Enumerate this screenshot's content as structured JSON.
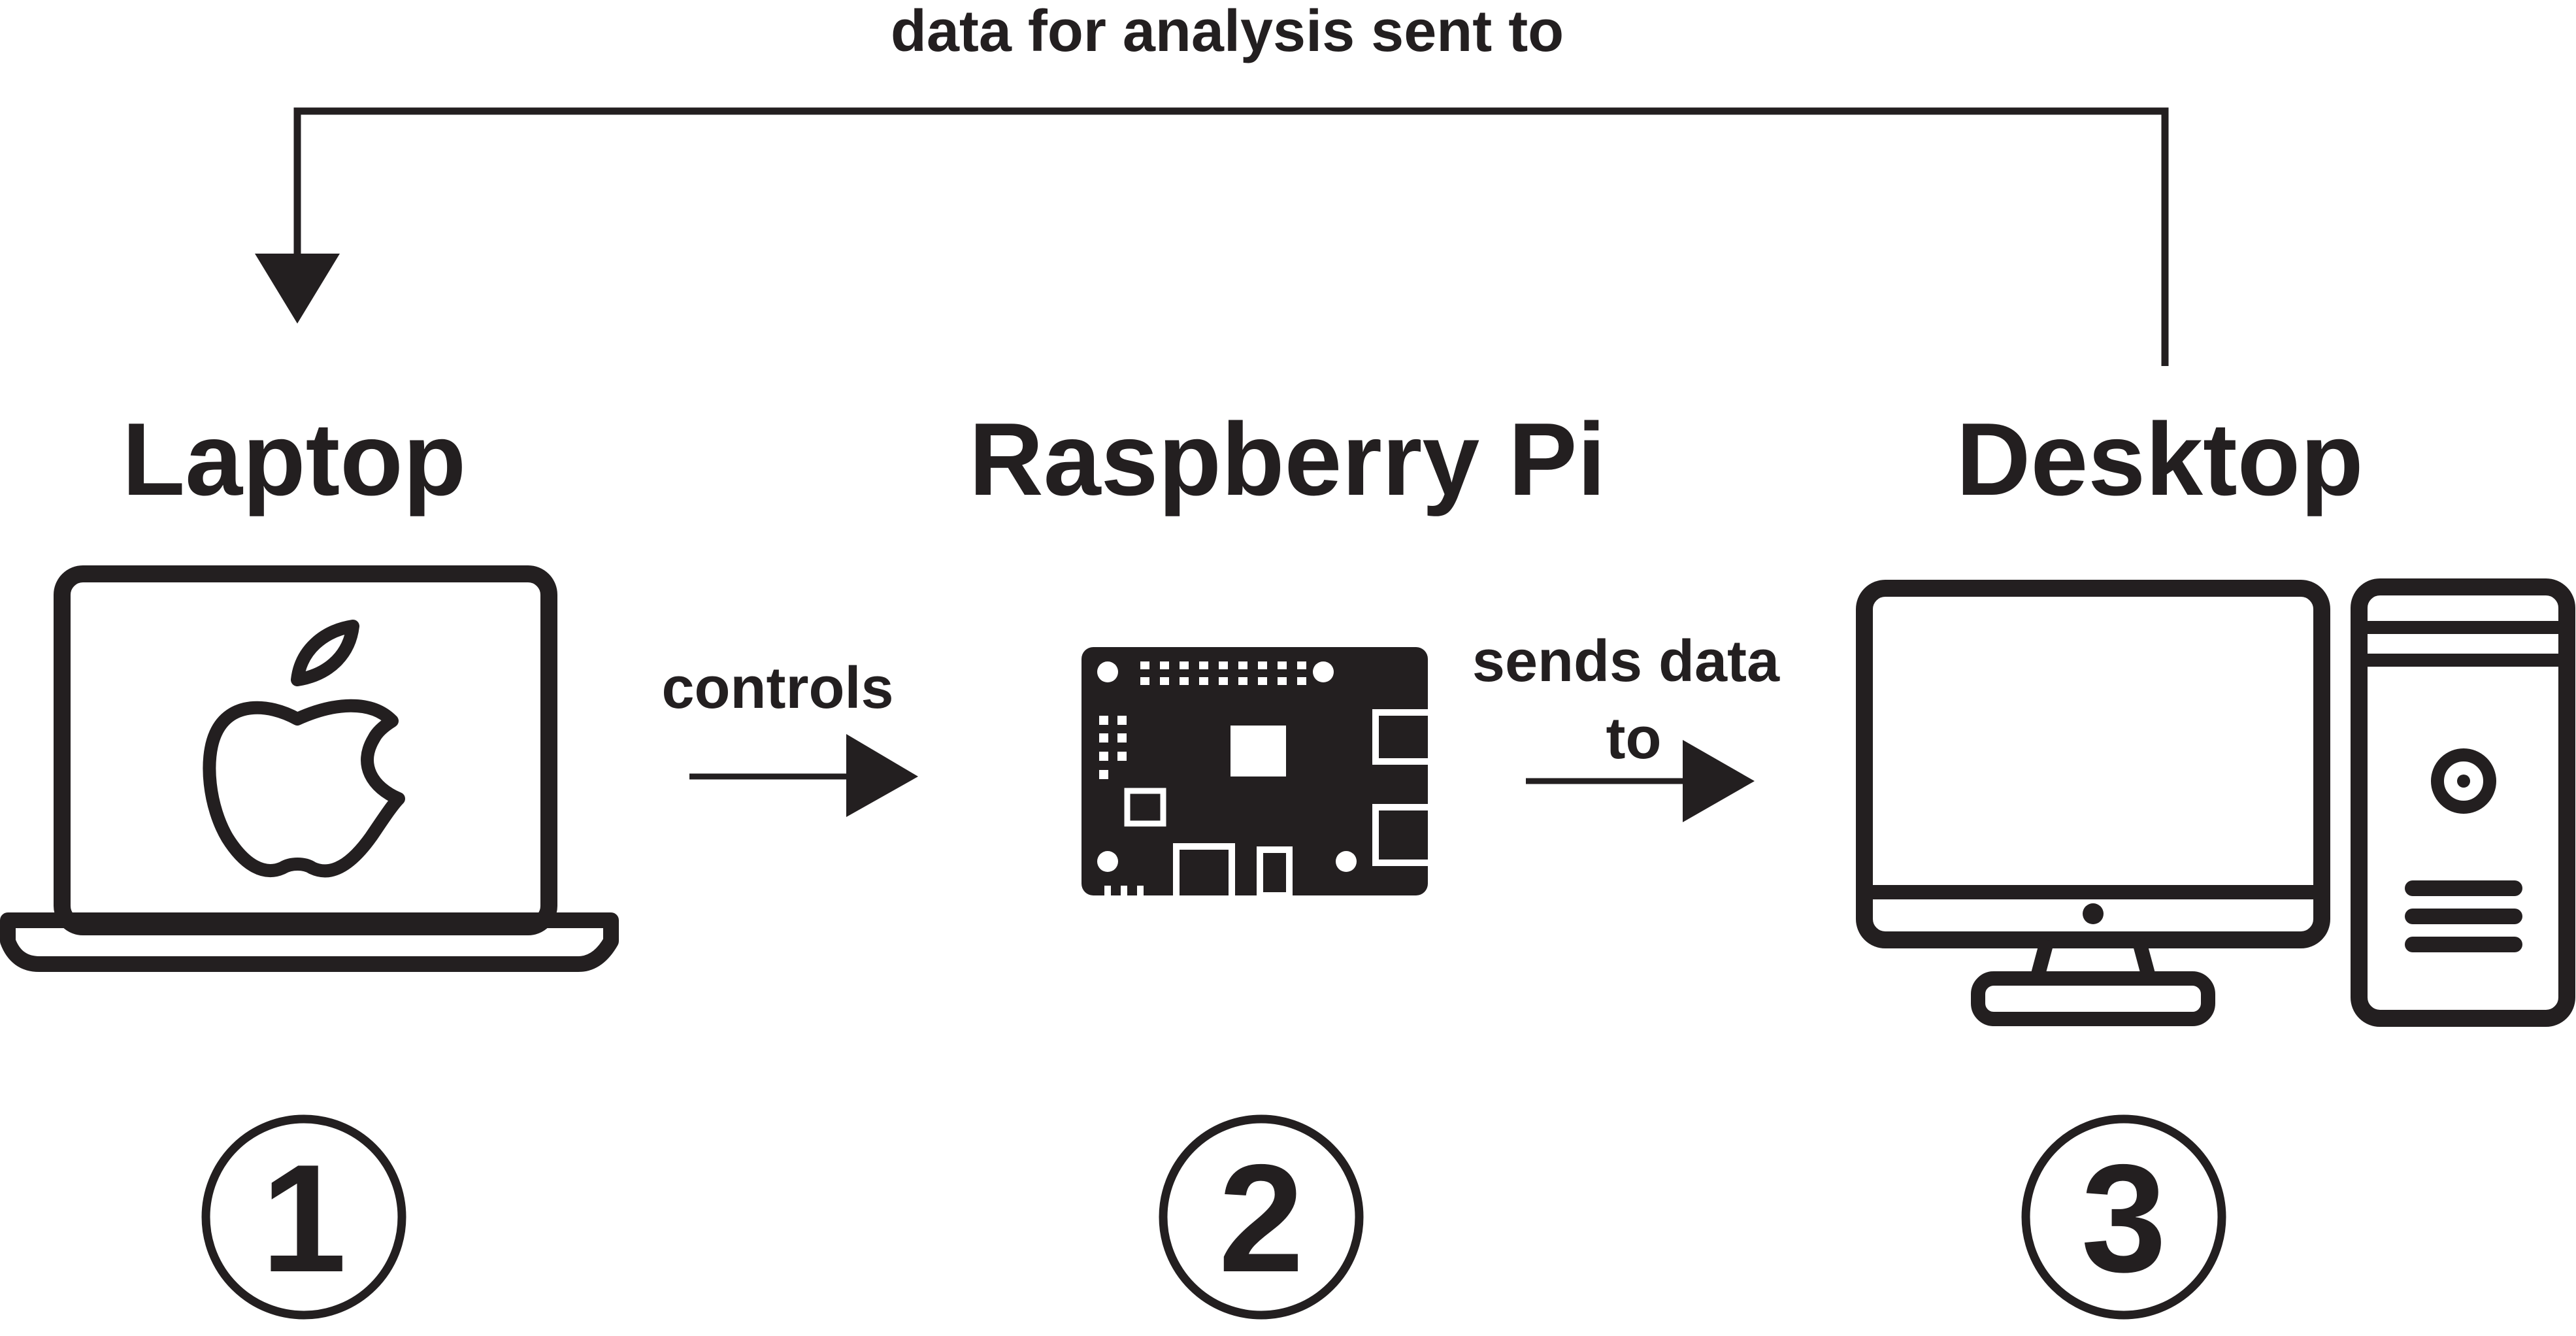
{
  "nodes": {
    "laptop": {
      "title": "Laptop",
      "number": "1"
    },
    "raspberry_pi": {
      "title": "Raspberry Pi",
      "number": "2"
    },
    "desktop": {
      "title": "Desktop",
      "number": "3"
    }
  },
  "edges": {
    "laptop_to_pi": "controls",
    "pi_to_desktop_line1": "sends data",
    "pi_to_desktop_line2": "to",
    "desktop_to_laptop": "data for analysis sent to"
  },
  "colors": {
    "ink": "#231f20",
    "background": "#ffffff"
  },
  "icons": [
    "laptop-icon",
    "apple-logo-icon",
    "raspberry-pi-board-icon",
    "desktop-monitor-icon",
    "desktop-tower-icon"
  ]
}
